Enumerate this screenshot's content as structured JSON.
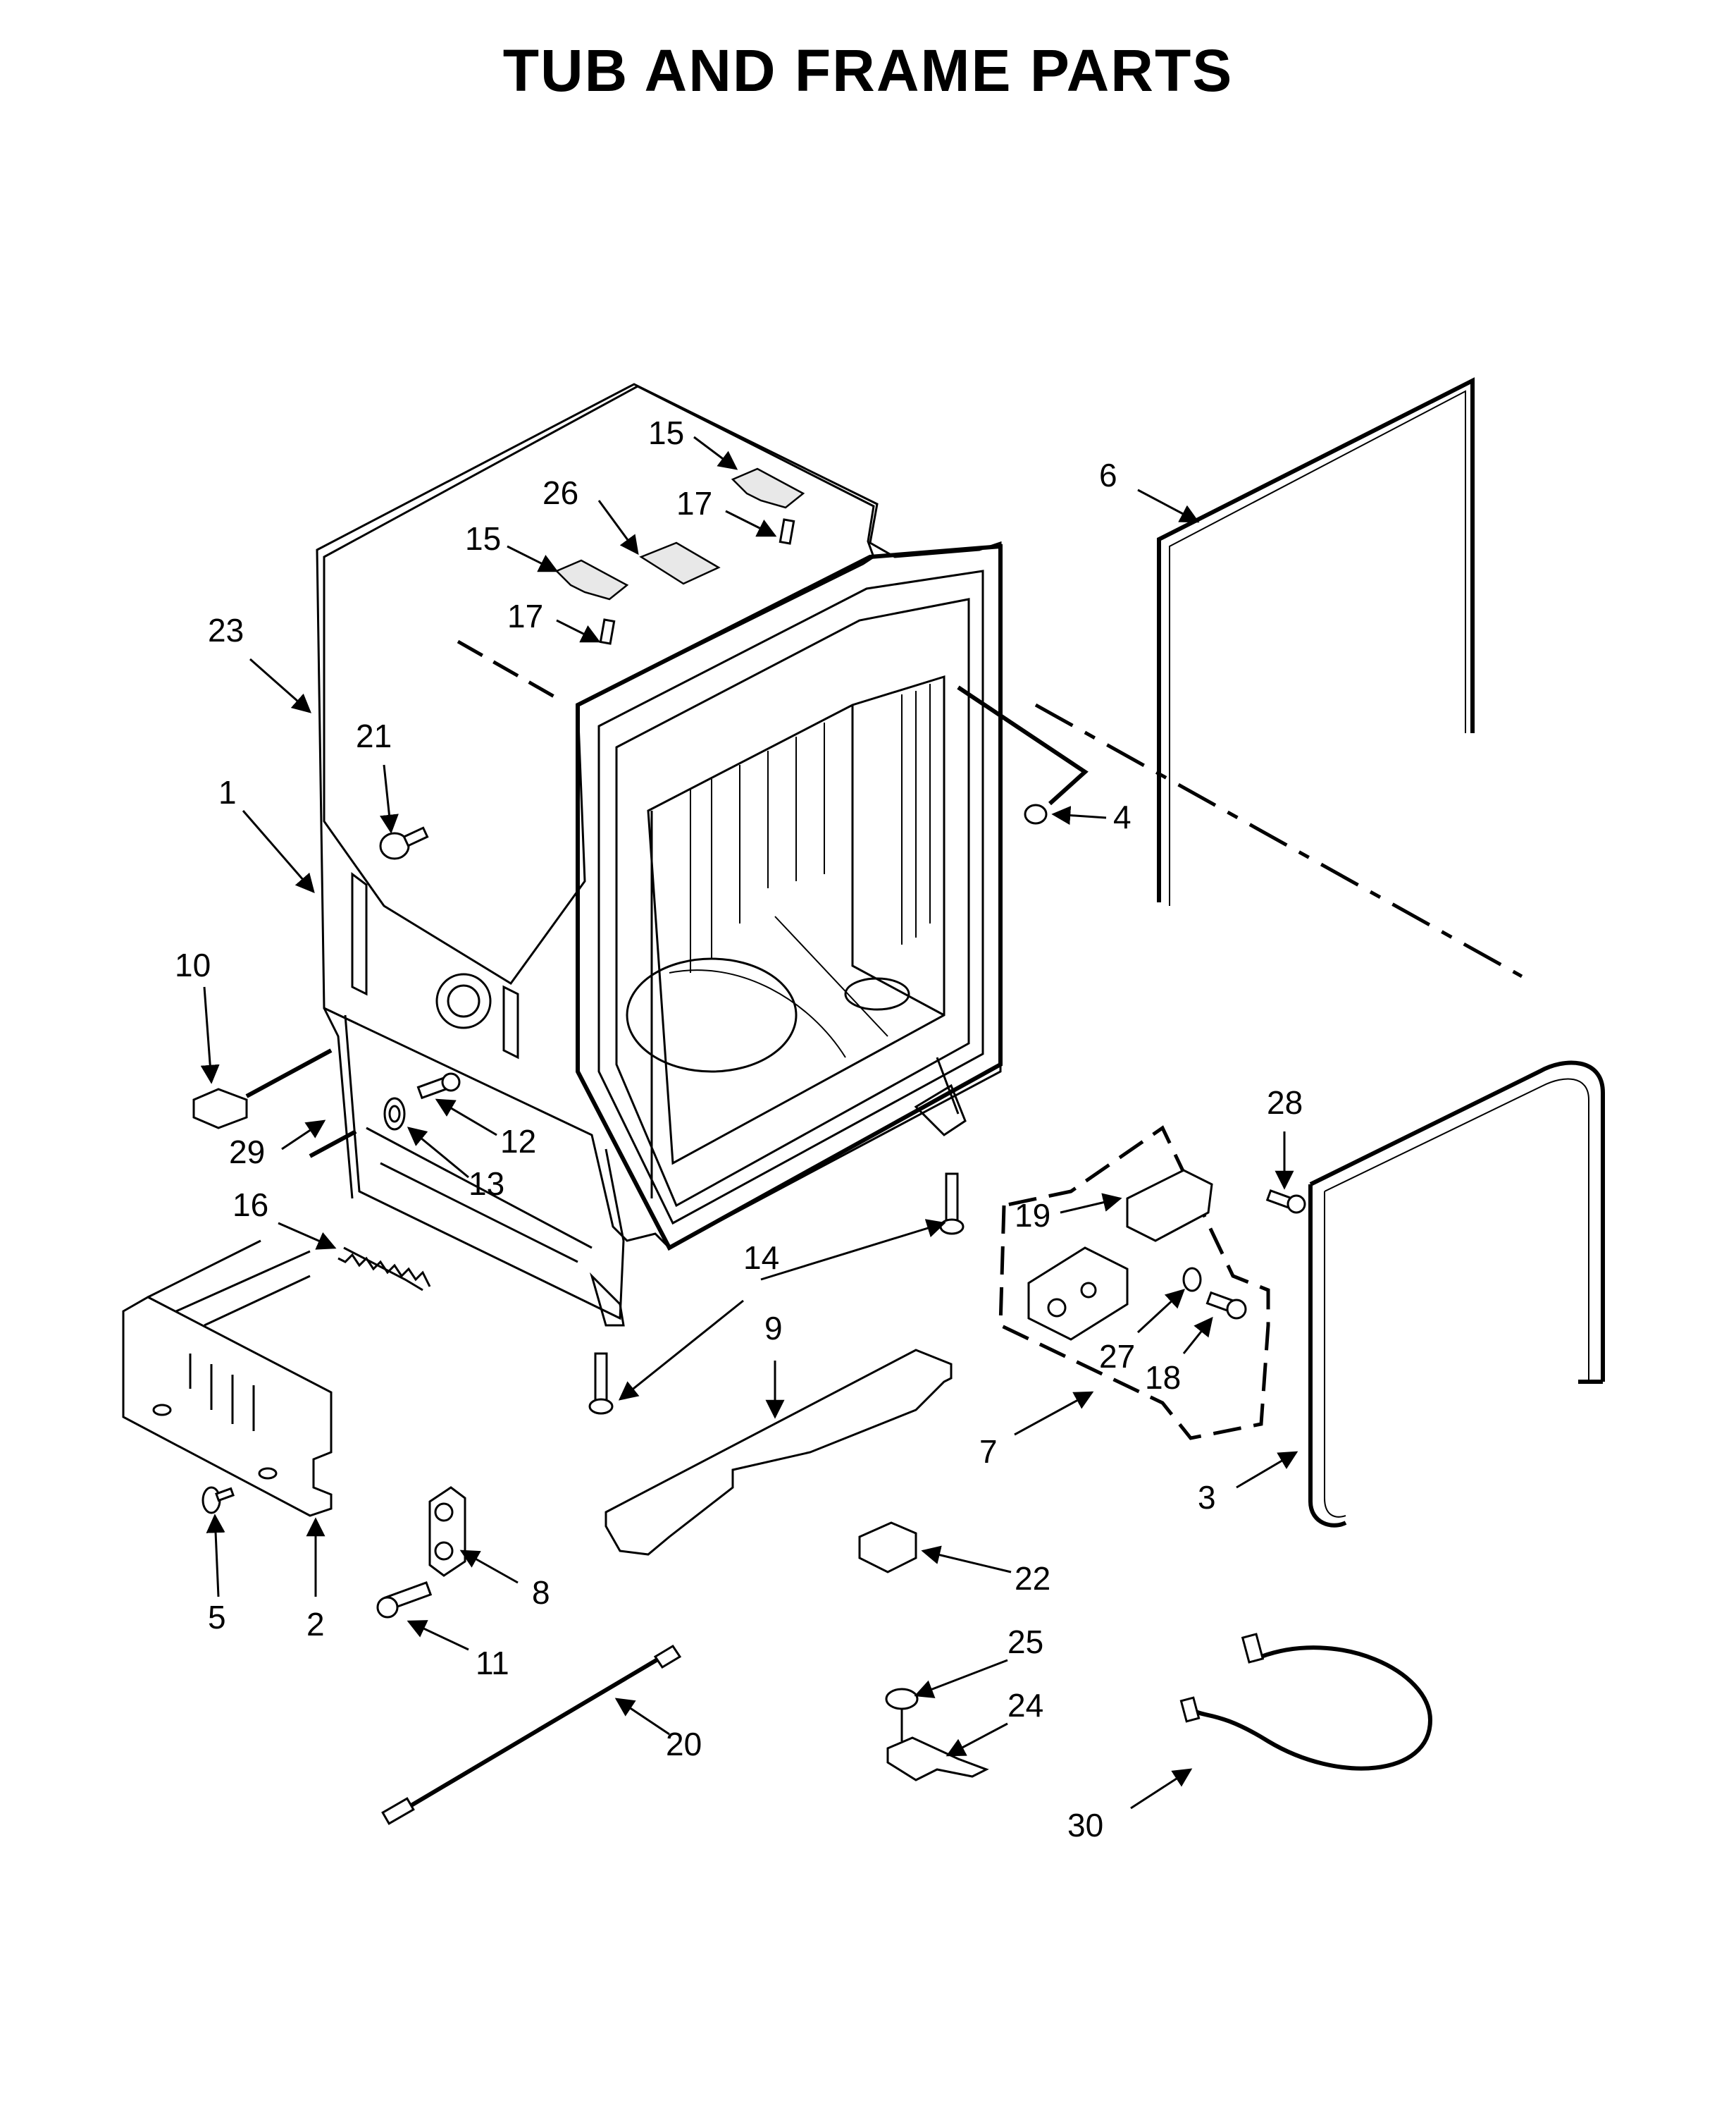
{
  "title": "TUB AND FRAME PARTS",
  "callouts": {
    "c1": "1",
    "c2": "2",
    "c3": "3",
    "c4": "4",
    "c5": "5",
    "c6": "6",
    "c7": "7",
    "c8": "8",
    "c9": "9",
    "c10": "10",
    "c11": "11",
    "c12": "12",
    "c13": "13",
    "c14a": "14",
    "c15a": "15",
    "c15b": "15",
    "c16": "16",
    "c17a": "17",
    "c17b": "17",
    "c18": "18",
    "c19": "19",
    "c20": "20",
    "c21": "21",
    "c22": "22",
    "c23": "23",
    "c24": "24",
    "c25": "25",
    "c26": "26",
    "c27": "27",
    "c28": "28",
    "c29": "29",
    "c30": "30"
  }
}
